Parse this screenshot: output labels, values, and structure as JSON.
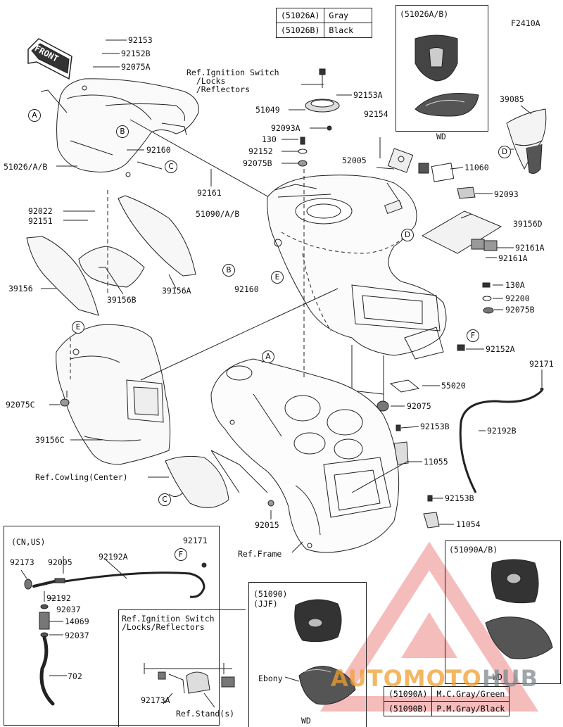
{
  "figure_id": "F2410A",
  "front_label": "FRONT",
  "color_table_tank": [
    {
      "code": "(51026A)",
      "color": "Gray"
    },
    {
      "code": "(51026B)",
      "color": "Black"
    }
  ],
  "color_table_cover": [
    {
      "code": "(51090A)",
      "color": "M.C.Gray/Green"
    },
    {
      "code": "(51090B)",
      "color": "P.M.Gray/Black"
    }
  ],
  "inset_51026": {
    "title": "(51026A/B)",
    "note": "WD"
  },
  "inset_51090_jjf": {
    "title": "(51090)",
    "subtitle": "(JJF)",
    "variant": "Ebony",
    "note": "WD"
  },
  "inset_51090_ab": {
    "title": "(51090A/B)",
    "note": "WD"
  },
  "inset_cnus": {
    "title": "(CN,US)"
  },
  "callouts": {
    "A": "A",
    "B": "B",
    "C": "C",
    "D": "D",
    "E": "E",
    "F": "F"
  },
  "parts": {
    "p92153": "92153",
    "p92152B": "92152B",
    "p92075A": "92075A",
    "p51026": "51026/A/B",
    "p92160a": "92160",
    "p92022": "92022",
    "p92151": "92151",
    "p39156": "39156",
    "p39156B": "39156B",
    "p39156A": "39156A",
    "p92161": "92161",
    "p51090": "51090/A/B",
    "p92160b": "92160",
    "p130a": "130",
    "p92152": "92152",
    "p92075B": "92075B",
    "p51049": "51049",
    "p92093A": "92093A",
    "p92153A": "92153A",
    "p92154": "92154",
    "p52005": "52005",
    "p11060": "11060",
    "p39085": "39085",
    "p92093": "92093",
    "p39156D": "39156D",
    "p92161A1": "92161A",
    "p92161A2": "92161A",
    "p130A": "130A",
    "p92200": "92200",
    "p92075Bb": "92075B",
    "p92152A": "92152A",
    "p92171a": "92171",
    "p55020": "55020",
    "p92075": "92075",
    "p92075C": "92075C",
    "p39156C": "39156C",
    "p92153B1": "92153B",
    "p92192B": "92192B",
    "p11055": "11055",
    "p92153B2": "92153B",
    "p11054": "11054",
    "p92015": "92015",
    "p92173": "92173",
    "p92005": "92005",
    "p92192A": "92192A",
    "p92171b": "92171",
    "p92192": "92192",
    "p92037a": "92037",
    "p14069": "14069",
    "p92037b": "92037",
    "p702": "702",
    "p92173A": "92173A"
  },
  "refs": {
    "ignition": "Ref.Ignition Switch\n  /Locks\n  /Reflectors",
    "cowling": "Ref.Cowling(Center)",
    "frame": "Ref.Frame",
    "ignition2": "Ref.Ignition Switch\n/Locks/Reflectors",
    "stand": "Ref.Stand(s)"
  },
  "watermark": {
    "part1": "AUTOMOTO",
    "part2": "HUB",
    "color1": "#f0a030",
    "color2": "#7f8a92",
    "logo_color": "#e14040"
  }
}
